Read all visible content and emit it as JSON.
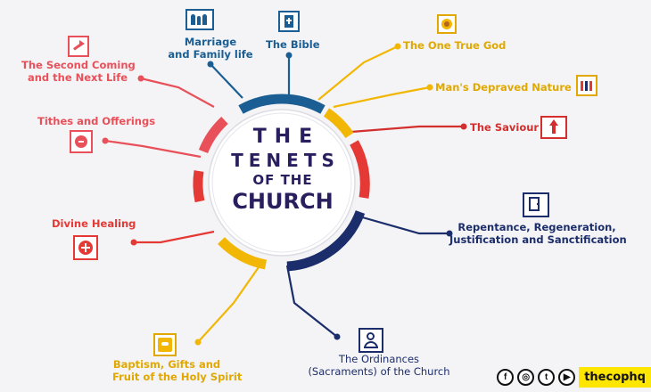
{
  "center": {
    "line1": "THE",
    "line2": "TENETS",
    "line3": "OF THE",
    "line4": "CHURCH"
  },
  "tenets": {
    "marriage": [
      "Marriage",
      "and Family life"
    ],
    "bible": "The Bible",
    "one_true_god": "The One True God",
    "depraved": "Man's Depraved Nature",
    "saviour": "The Saviour",
    "repentance": [
      "Repentance, Regeneration,",
      "Justification and Sanctification"
    ],
    "ordinances": [
      "The Ordinances",
      "(Sacraments) of the Church"
    ],
    "baptism": [
      "Baptism, Gifts and",
      "Fruit of the Holy Spirit"
    ],
    "healing": "Divine Healing",
    "tithes": "Tithes and Offerings",
    "second_coming": [
      "The Second Coming",
      "and the Next Life"
    ]
  },
  "colors": {
    "red": "#e53935",
    "blue": "#1a5e93",
    "navy": "#1c2d6b",
    "gold": "#f2b705",
    "pink": "#e8505a"
  },
  "icons": [
    "family-icon",
    "bible-icon",
    "god-icon",
    "people-icon",
    "arrow-up-icon",
    "door-icon",
    "pastor-icon",
    "dove-icon",
    "healing-icon",
    "offering-icon",
    "trumpet-icon"
  ],
  "footer": {
    "social": [
      "f",
      "◎",
      "t",
      "▶"
    ],
    "handle": "thecophq"
  }
}
